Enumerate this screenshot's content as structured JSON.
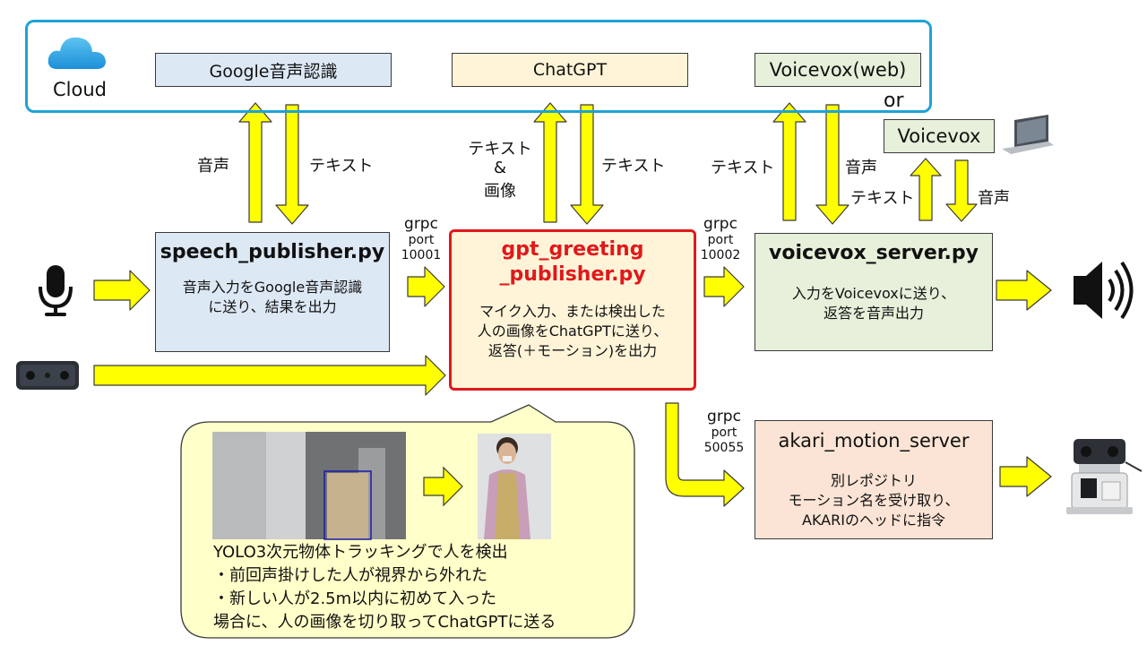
{
  "cloud": {
    "label": "Cloud"
  },
  "services": {
    "google": "Google音声認識",
    "chatgpt": "ChatGPT",
    "voicevox_web": "Voicevox(web)",
    "or_label": "or",
    "voicevox_local": "Voicevox"
  },
  "edges": {
    "speech_up": "音声",
    "speech_down": "テキスト",
    "gpt_up_1": "テキスト",
    "gpt_up_2": "&",
    "gpt_up_3": "画像",
    "gpt_down": "テキスト",
    "vv_up": "テキスト",
    "vv_down": "音声",
    "local_up": "テキスト",
    "local_down": "音声"
  },
  "grpc": [
    {
      "label": "grpc",
      "port": "port",
      "number": "10001"
    },
    {
      "label": "grpc",
      "port": "port",
      "number": "10002"
    },
    {
      "label": "grpc",
      "port": "port",
      "number": "50055"
    }
  ],
  "nodes": {
    "speech": {
      "title": "speech_publisher.py",
      "desc_1": "音声入力をGoogle音声認識",
      "desc_2": "に送り、結果を出力"
    },
    "gpt": {
      "title_1": "gpt_greeting",
      "title_2": "_publisher.py",
      "desc_1": "マイク入力、または検出した",
      "desc_2": "人の画像をChatGPTに送り、",
      "desc_3": "返答(＋モーション)を出力"
    },
    "voicevox": {
      "title": "voicevox_server.py",
      "desc_1": "入力をVoicevoxに送り、",
      "desc_2": "返答を音声出力"
    },
    "motion": {
      "title": "akari_motion_server",
      "desc_1": "別レポジトリ",
      "desc_2": "モーション名を受け取り、",
      "desc_3": "AKARIのヘッドに指令"
    }
  },
  "callout": {
    "line_1": "YOLO3次元物体トラッキングで人を検出",
    "line_2": "・前回声掛けした人が視界から外れた",
    "line_3": "・新しい人が2.5m以内に初めて入った",
    "line_4": "場合に、人の画像を切り取ってChatGPTに送る"
  },
  "colors": {
    "cloud_border": "#1fa3d6",
    "arrow_fill": "#ffff00",
    "highlight_red": "#e0191c",
    "speech_box": "#dde8f5",
    "gpt_box": "#fff4d8",
    "voicevox_box": "#e6f0da",
    "motion_box": "#fbe4d5",
    "callout_fill": "#ffffc9"
  },
  "icons": [
    "cloud-icon",
    "microphone-icon",
    "camera-icon",
    "speaker-icon",
    "laptop-icon",
    "robot-icon"
  ]
}
